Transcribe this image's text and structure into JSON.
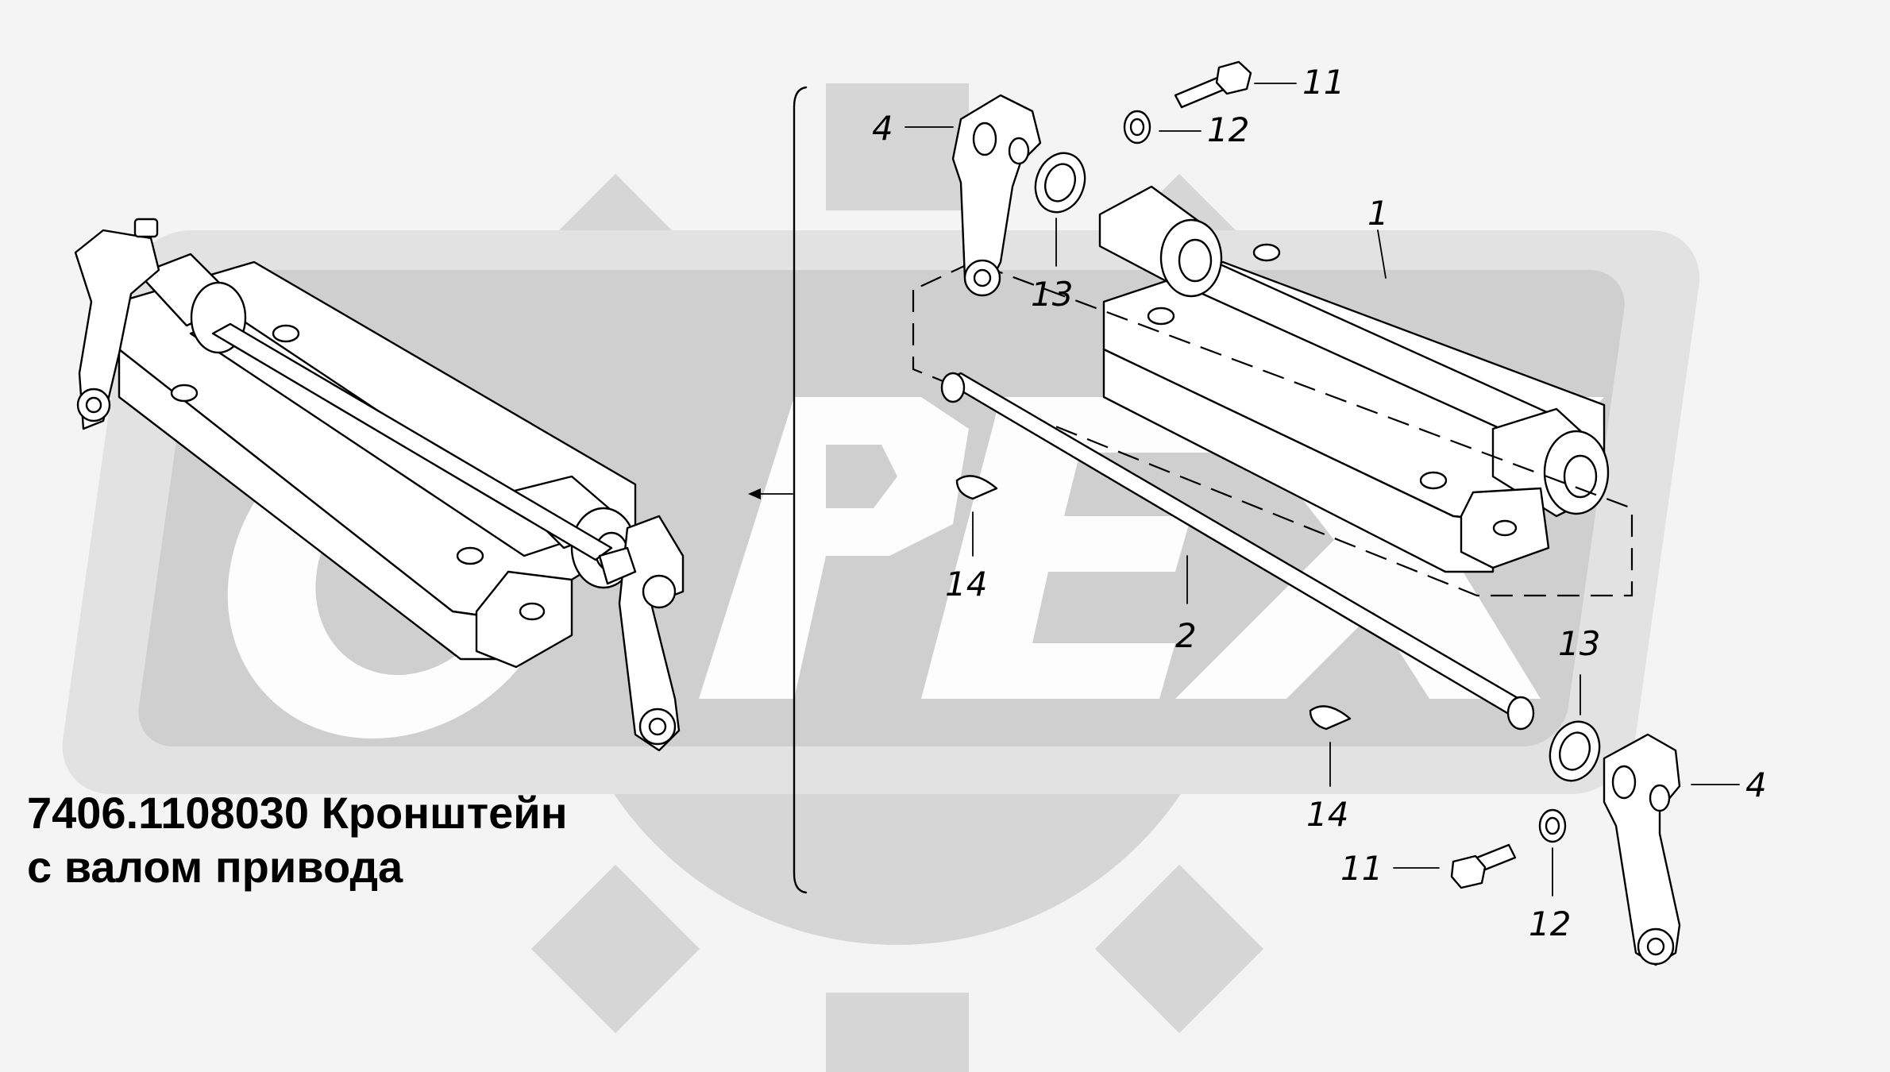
{
  "caption": {
    "line1": "7406.1108030 Кронштейн",
    "line2": "с валом привода"
  },
  "watermark": {
    "text": "OPEX",
    "color": "#cccccc"
  },
  "callouts": {
    "c1": "1",
    "c2": "2",
    "c4_top": "4",
    "c4_bottom": "4",
    "c11_top": "11",
    "c11_bottom": "11",
    "c12_top": "12",
    "c12_bottom": "12",
    "c13_top": "13",
    "c13_bottom": "13",
    "c14_left": "14",
    "c14_right": "14"
  }
}
